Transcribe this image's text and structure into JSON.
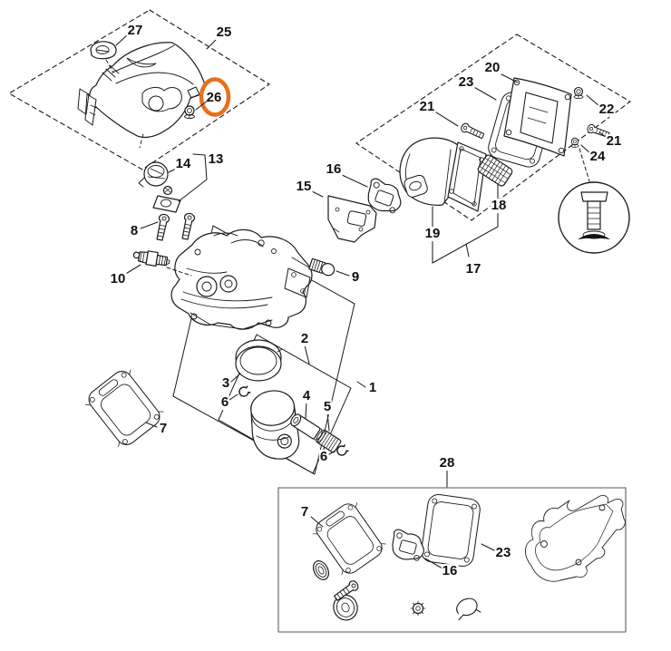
{
  "diagram": {
    "background_color": "#ffffff",
    "line_color": "#1c1c1c",
    "highlight_color": "#E8701A",
    "highlighted_callout": "26",
    "callouts": [
      {
        "text": "27"
      },
      {
        "text": "25"
      },
      {
        "text": "26"
      },
      {
        "text": "14"
      },
      {
        "text": "13"
      },
      {
        "text": "8"
      },
      {
        "text": "10"
      },
      {
        "text": "9"
      },
      {
        "text": "2"
      },
      {
        "text": "3"
      },
      {
        "text": "6"
      },
      {
        "text": "4"
      },
      {
        "text": "5"
      },
      {
        "text": "1"
      },
      {
        "text": "6"
      },
      {
        "text": "7"
      },
      {
        "text": "20"
      },
      {
        "text": "23"
      },
      {
        "text": "21"
      },
      {
        "text": "22"
      },
      {
        "text": "21"
      },
      {
        "text": "24"
      },
      {
        "text": "16"
      },
      {
        "text": "15"
      },
      {
        "text": "18"
      },
      {
        "text": "19"
      },
      {
        "text": "17"
      },
      {
        "text": "28"
      },
      {
        "text": "7"
      },
      {
        "text": "23"
      },
      {
        "text": "16"
      }
    ]
  }
}
